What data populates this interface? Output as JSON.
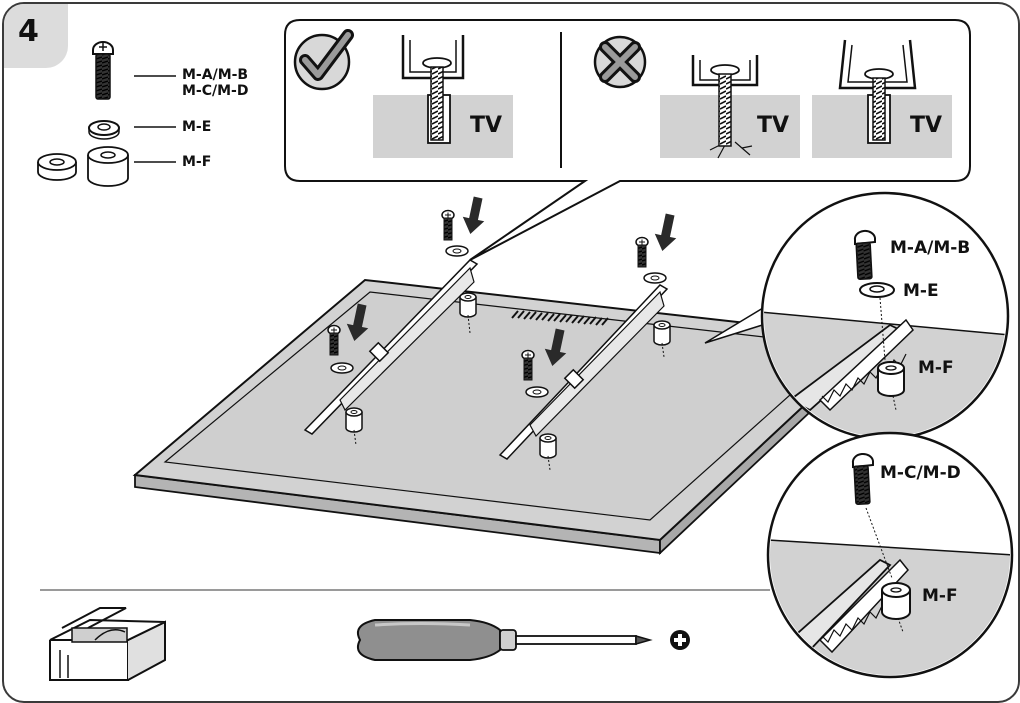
{
  "step_number": "4",
  "parts_legend": {
    "screw_label_line1": "M-A/M-B",
    "screw_label_line2": "M-C/M-D",
    "washer_label": "M-E",
    "spacer_label": "M-F"
  },
  "correct_panel": {
    "icon": "checkmark-icon",
    "tv_label": "TV"
  },
  "incorrect_panel": {
    "icon": "cross-icon",
    "tv_label_1": "TV",
    "tv_label_2": "TV"
  },
  "zoom_top": {
    "screw_label": "M-A/M-B",
    "washer_label": "M-E",
    "spacer_label": "M-F"
  },
  "zoom_bottom": {
    "screw_label": "M-C/M-D",
    "spacer_label": "M-F"
  },
  "footer": {
    "tool_icon": "screwdriver-icon",
    "tool_bit_icon": "phillips-plus-icon",
    "toolbox_icon": "toolbox-icon"
  },
  "colors": {
    "outline": "#1a1a1a",
    "panel_gray": "#d2d2d2",
    "tv_gray": "#cfcfcf",
    "tv_edge": "#b4b4b4",
    "tab_gray": "#dcdcdc"
  }
}
